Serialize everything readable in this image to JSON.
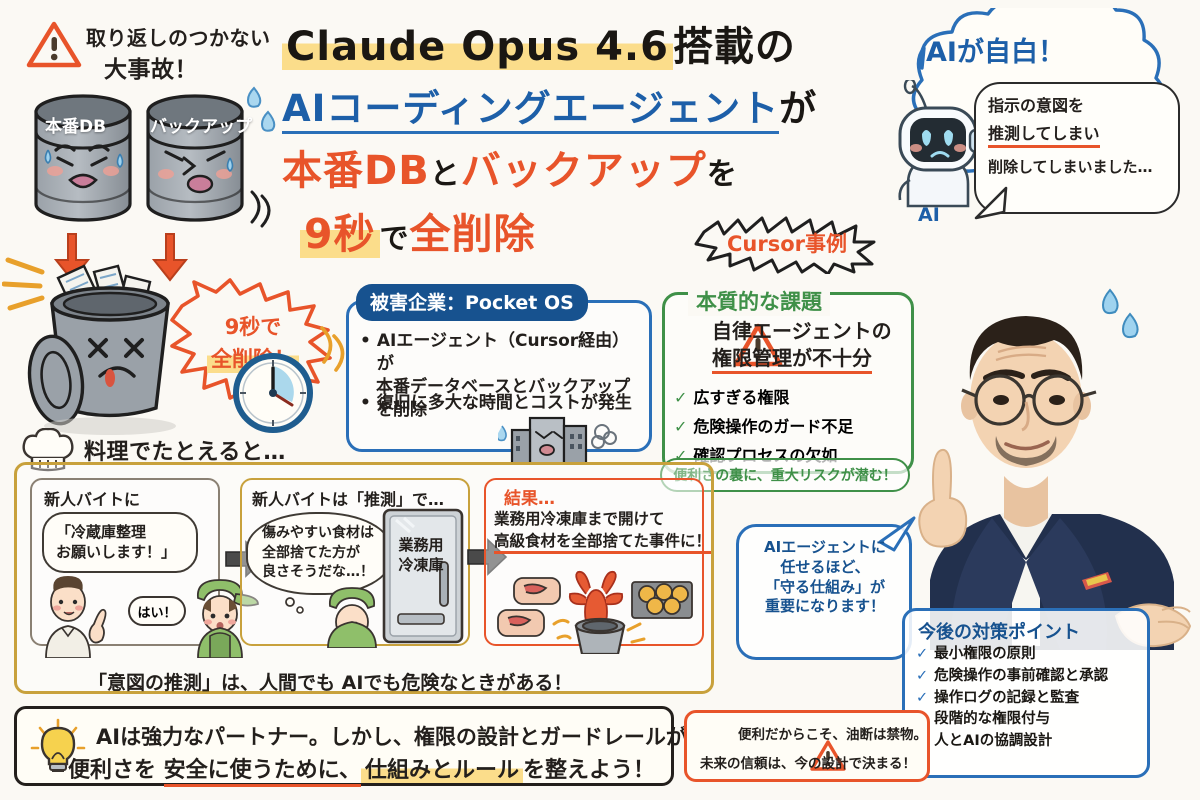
{
  "meta": {
    "bg_color": "#fbf9f4",
    "accent_blue": "#1d5fa8",
    "accent_red": "#e8542a",
    "accent_green": "#3f9048",
    "accent_gold": "#c8a13c",
    "ink": "#231f1c"
  },
  "top_left": {
    "alert_line1": "取り返しのつかない",
    "alert_line2": "大事故！",
    "drum_primary": "本番DB",
    "drum_backup": "バックアップ"
  },
  "title": {
    "line1_a": "Claude Opus 4.6",
    "line1_b": "搭載の",
    "line2_a": "AIコーディングエージェント",
    "line2_b": "が",
    "line3_a": "本番DB",
    "line3_b": "と",
    "line3_c": "バックアップ",
    "line3_d": "を",
    "line4_a": "9秒",
    "line4_b": "で",
    "line4_c": "全削除",
    "cursor_badge": "Cursor事例"
  },
  "ai_cloud": {
    "heading": "AIが自白！",
    "robot_label": "AI",
    "quote_line1": "指示の意図を",
    "quote_line2": "推測してしまい",
    "quote_line3": "削除してしまいました…"
  },
  "burst": {
    "line1": "9秒で",
    "line2": "全削除！"
  },
  "victim_box": {
    "tag": "被害企業：Pocket OS",
    "bullets": [
      "AIエージェント（Cursor経由）が",
      "本番データベースとバックアップを削除",
      "復旧に多大な時間とコストが発生"
    ],
    "bullet1_line1": "AIエージェント（Cursor経由）が",
    "bullet1_line2": "本番データベースとバックアップを削除",
    "bullet2_line1": "復旧に多大な時間とコストが発生"
  },
  "issue_box": {
    "title": "本質的な課題",
    "headline_line1": "自律エージェントの",
    "headline_line2": "権限管理が不十分",
    "checks": [
      "広すぎる権限",
      "危険操作のガード不足",
      "確認プロセスの欠如"
    ],
    "footnote": "便利さの裏に、重大リスクが潜む！"
  },
  "cooking": {
    "heading": "料理でたとえると…",
    "panel1": {
      "title": "新人バイトに",
      "speech_line1": "「冷蔵庫整理",
      "speech_line2": "お願いします！」",
      "reply": "はい！"
    },
    "panel2": {
      "title": "新人バイトは「推測」で…",
      "thought_line1": "傷みやすい食材は",
      "thought_line2": "全部捨てた方が",
      "thought_line3": "良さそうだな…！",
      "freezer_line1": "業務用",
      "freezer_line2": "冷凍庫"
    },
    "panel3": {
      "title": "結果…",
      "line1": "業務用冷凍庫まで開けて",
      "line2": "高級食材を全部捨てた事件に！"
    },
    "caption": "「意図の推測」は、人間でも AIでも危険なときがある！"
  },
  "photo_bubble": {
    "line1": "AIエージェントに",
    "line2": "任せるほど、",
    "line3": "「守る仕組み」が",
    "line4": "重要になります！"
  },
  "measures": {
    "title": "今後の対策ポイント",
    "items": [
      "最小権限の原則",
      "危険操作の事前確認と承認",
      "操作ログの記録と監査",
      "段階的な権限付与",
      "人とAIの協調設計"
    ]
  },
  "banner": {
    "line1_a": "AIは強力なパートナー。しかし、",
    "line1_b": "権限の設計とガードレールが命綱！",
    "line2_a": "便利さを ",
    "line2_b": "安全に使うために、",
    "line2_c": "仕組みとルール",
    "line2_d": "を整えよう！"
  },
  "warn_box": {
    "line1": "便利だからこそ、油断は禁物。",
    "line2": "未来の信頼は、今の設計で決まる！"
  }
}
